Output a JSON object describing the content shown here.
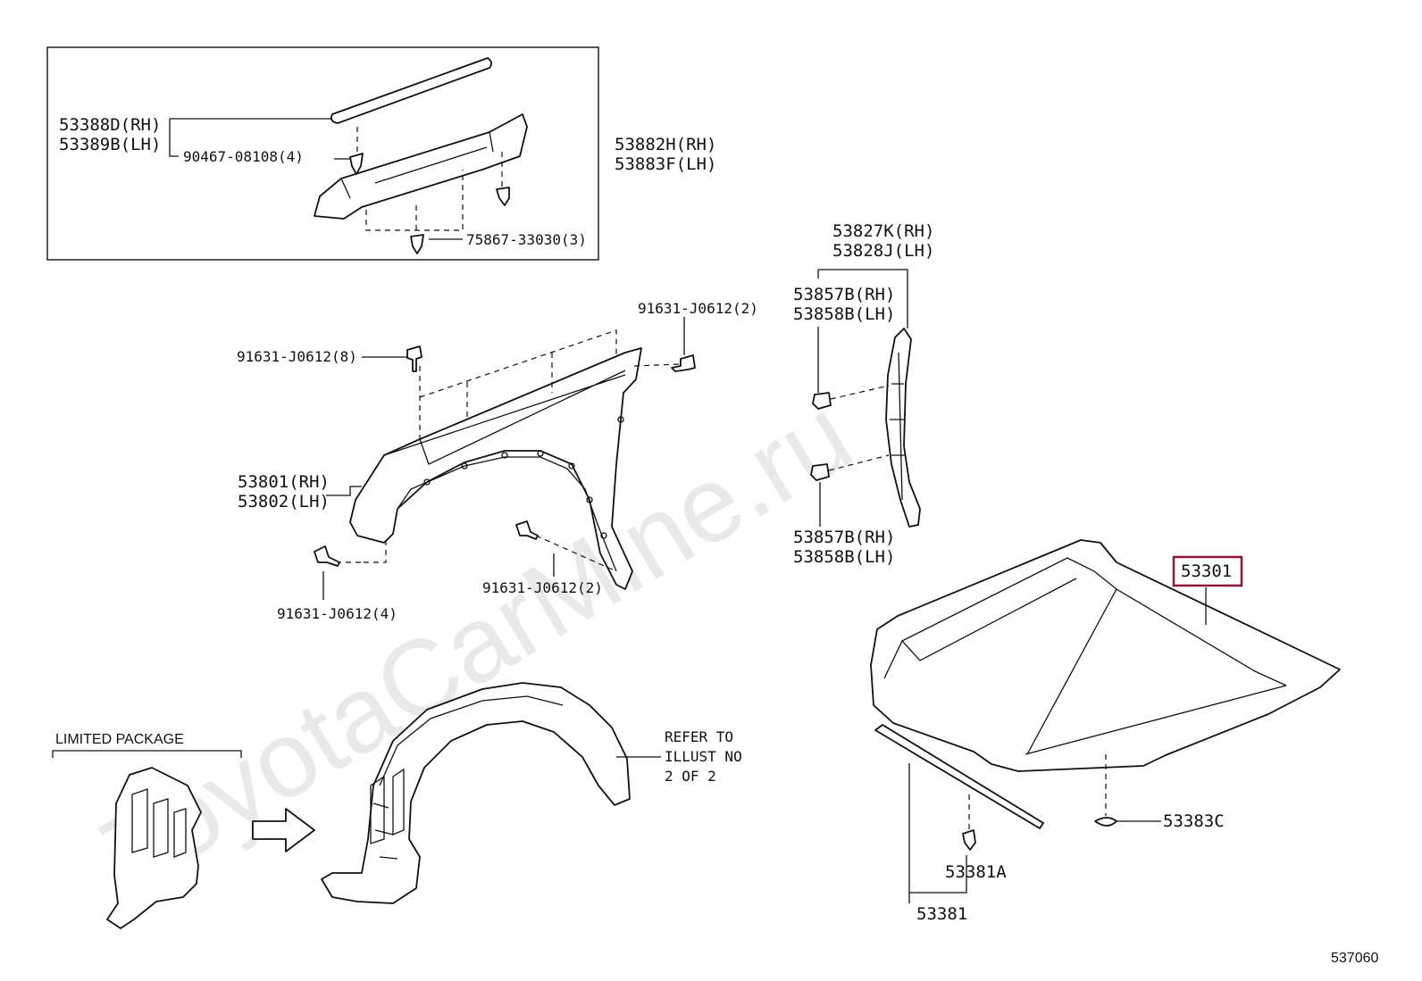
{
  "watermark": "ToyotaCarMine.ru",
  "accent_color": "#8b1a3a",
  "diagram_id": "537060",
  "labels": {
    "p53388d": "53388D(RH)",
    "p53389b": "53389B(LH)",
    "p90467": "90467-08108(4)",
    "p53882h": "53882H(RH)",
    "p53883f": "53883F(LH)",
    "p75867": "75867-33030(3)",
    "p53827k": "53827K(RH)",
    "p53828j": "53828J(LH)",
    "p53857b_top": "53857B(RH)",
    "p53858b_top": "53858B(LH)",
    "p53857b_bot": "53857B(RH)",
    "p53858b_bot": "53858B(LH)",
    "p91631_2_top": "91631-J0612(2)",
    "p91631_8": "91631-J0612(8)",
    "p53801": "53801(RH)",
    "p53802": "53802(LH)",
    "p91631_4": "91631-J0612(4)",
    "p91631_2_bot": "91631-J0612(2)",
    "p53301": "53301",
    "p53383c": "53383C",
    "p53381a": "53381A",
    "p53381": "53381",
    "limited": "LIMITED PACKAGE",
    "refer1": "REFER TO",
    "refer2": "ILLUST NO",
    "refer3": "2 OF 2"
  }
}
